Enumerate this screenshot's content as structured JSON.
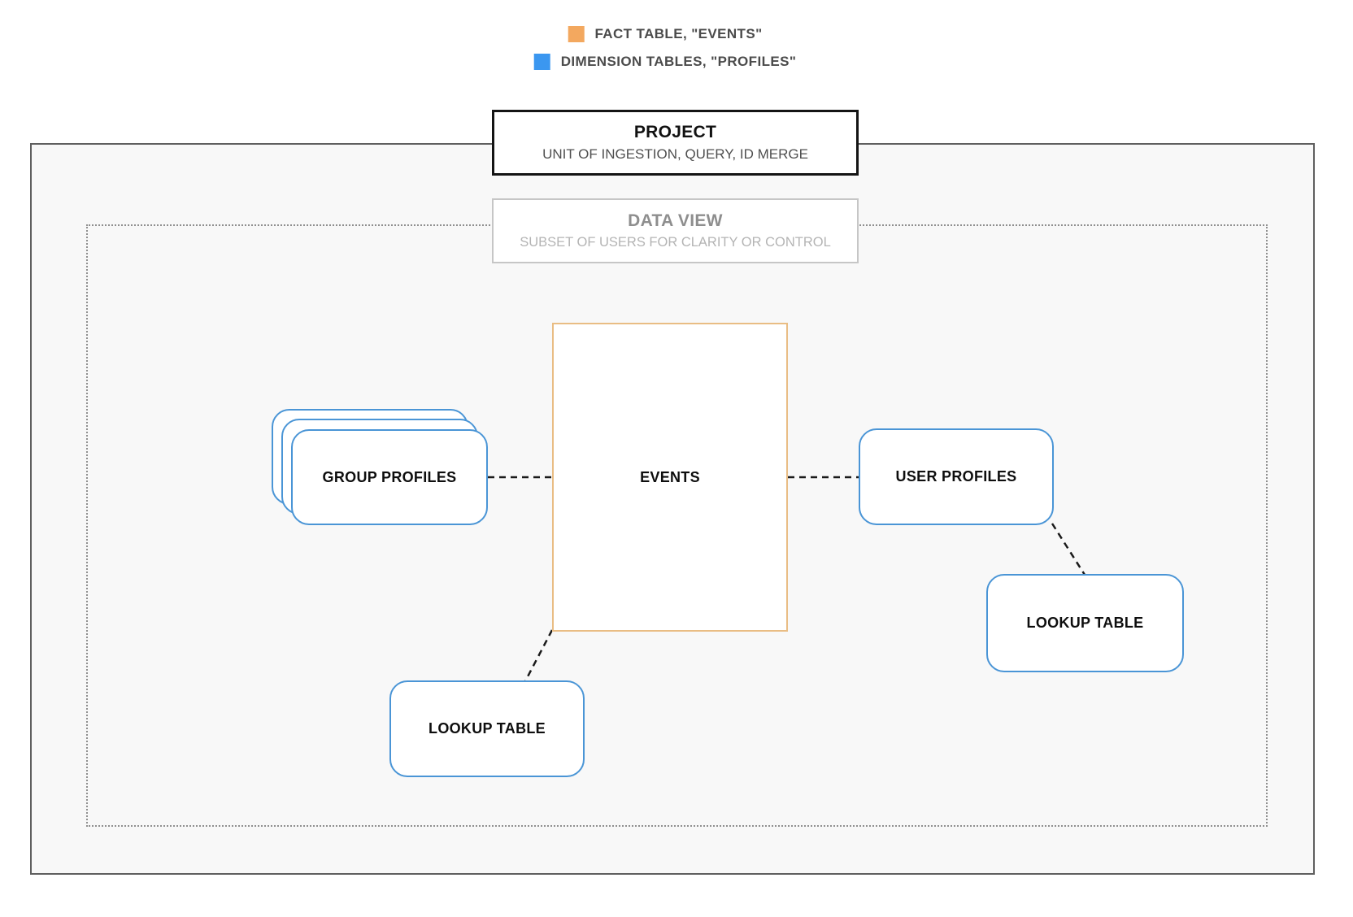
{
  "legend": {
    "items": [
      {
        "id": "fact",
        "swatch_color": "#F3A85F",
        "label": "FACT TABLE, \"EVENTS\""
      },
      {
        "id": "dimension",
        "swatch_color": "#3B97F0",
        "label": "DIMENSION TABLES, \"PROFILES\""
      }
    ]
  },
  "project_box": {
    "title": "PROJECT",
    "subtitle": "UNIT OF INGESTION, QUERY, ID MERGE"
  },
  "data_view_box": {
    "title": "DATA VIEW",
    "subtitle": "SUBSET OF USERS FOR CLARITY OR CONTROL"
  },
  "nodes": {
    "events": {
      "label": "EVENTS",
      "role": "fact-table",
      "border_color": "#E9BD84"
    },
    "group_profiles": {
      "label": "GROUP PROFILES",
      "role": "dimension-table",
      "stacked": true,
      "border_color": "#4A95D6"
    },
    "user_profiles": {
      "label": "USER PROFILES",
      "role": "dimension-table",
      "border_color": "#4A95D6"
    },
    "lookup_table_right": {
      "label": "LOOKUP TABLE",
      "role": "dimension-table",
      "border_color": "#4A95D6"
    },
    "lookup_table_bottom": {
      "label": "LOOKUP TABLE",
      "role": "dimension-table",
      "border_color": "#4A95D6"
    }
  },
  "connections": [
    {
      "from": "group_profiles",
      "to": "events",
      "style": "dashed"
    },
    {
      "from": "events",
      "to": "user_profiles",
      "style": "dashed"
    },
    {
      "from": "user_profiles",
      "to": "lookup_table_right",
      "style": "dashed"
    },
    {
      "from": "events",
      "to": "lookup_table_bottom",
      "style": "dashed"
    }
  ],
  "colors": {
    "fact_accent": "#F3A85F",
    "dimension_accent": "#3B97F0",
    "card_border_blue": "#4A95D6",
    "events_border_orange": "#E9BD84",
    "canvas_background": "#F8F8F8",
    "connector": "#1A1A1A"
  }
}
